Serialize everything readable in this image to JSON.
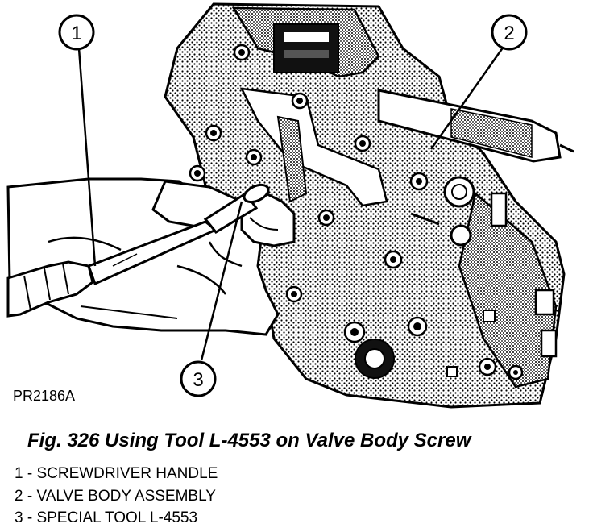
{
  "figure": {
    "reference_code": "PR2186A",
    "caption": "Fig. 326 Using Tool L-4553 on Valve Body Screw",
    "callouts": [
      "1",
      "2",
      "3"
    ],
    "legend": [
      "1 - SCREWDRIVER HANDLE",
      "2 - VALVE BODY ASSEMBLY",
      "3 - SPECIAL TOOL L-4553"
    ]
  }
}
